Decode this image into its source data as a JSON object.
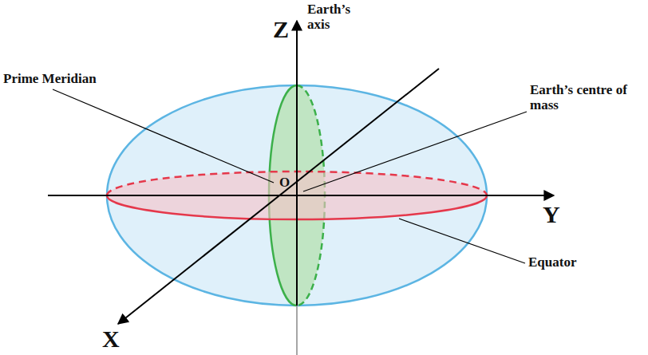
{
  "diagram": {
    "labels": [
      "Z",
      "Earth’s axis",
      "Prime Meridian",
      "Earth’s centre of mass",
      "O",
      "Y",
      "X",
      "Equator"
    ]
  }
}
